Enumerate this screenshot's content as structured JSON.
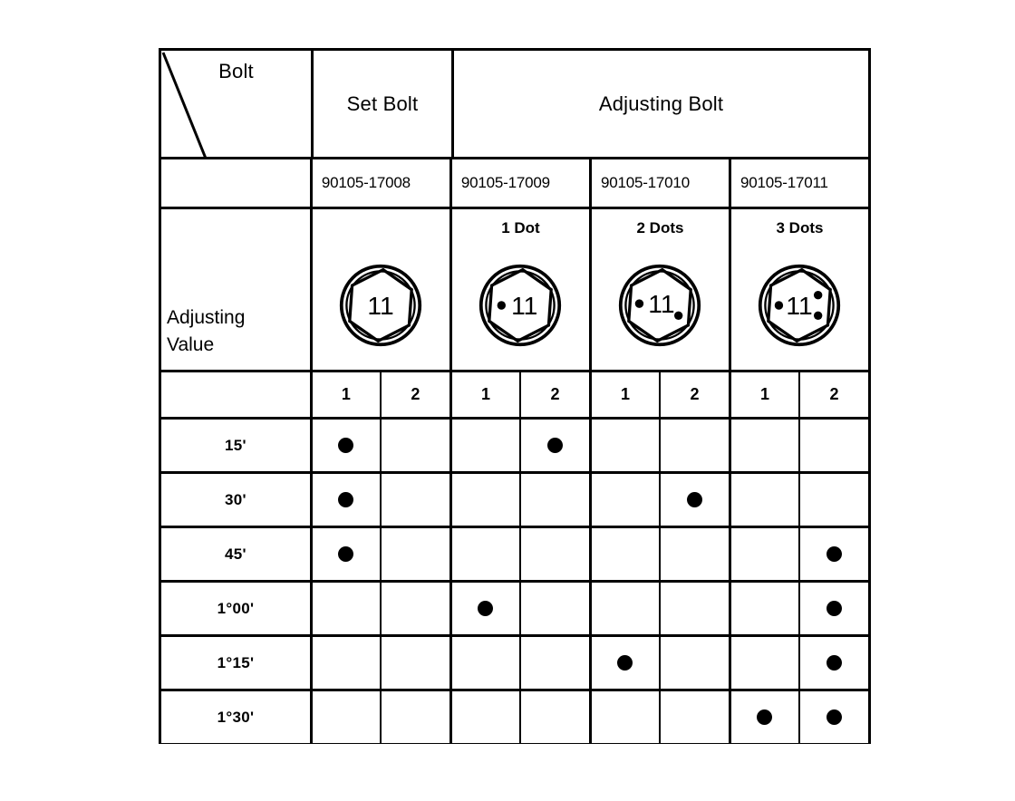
{
  "table": {
    "corner": {
      "title": "Bolt",
      "row_header": "Adjusting\nValue",
      "row_header_line1": "Adjusting",
      "row_header_line2": "Value"
    },
    "groups": [
      {
        "label": "Set Bolt",
        "span": 1
      },
      {
        "label": "Adjusting Bolt",
        "span": 3
      }
    ],
    "part_numbers": [
      "90105-17008",
      "90105-17009",
      "90105-17010",
      "90105-17011"
    ],
    "bolt_heads": [
      {
        "dot_label": "",
        "marking": "11",
        "dots": 0,
        "icon": "bolt-head-0-dot-icon"
      },
      {
        "dot_label": "1 Dot",
        "marking": "11",
        "dots": 1,
        "icon": "bolt-head-1-dot-icon"
      },
      {
        "dot_label": "2 Dots",
        "marking": "11",
        "dots": 2,
        "icon": "bolt-head-2-dot-icon"
      },
      {
        "dot_label": "3 Dots",
        "marking": "11",
        "dots": 3,
        "icon": "bolt-head-3-dot-icon"
      }
    ],
    "sub_headers": [
      "1",
      "2",
      "1",
      "2",
      "1",
      "2",
      "1",
      "2"
    ],
    "rows": [
      {
        "label": "15'",
        "marks": [
          true,
          false,
          false,
          true,
          false,
          false,
          false,
          false
        ]
      },
      {
        "label": "30'",
        "marks": [
          true,
          false,
          false,
          false,
          false,
          true,
          false,
          false
        ]
      },
      {
        "label": "45'",
        "marks": [
          true,
          false,
          false,
          false,
          false,
          false,
          false,
          true
        ]
      },
      {
        "label": "1°00'",
        "marks": [
          false,
          false,
          true,
          false,
          false,
          false,
          false,
          true
        ]
      },
      {
        "label": "1°15'",
        "marks": [
          false,
          false,
          false,
          false,
          true,
          false,
          false,
          true
        ]
      },
      {
        "label": "1°30'",
        "marks": [
          false,
          false,
          false,
          false,
          false,
          false,
          true,
          true
        ]
      }
    ]
  },
  "colors": {
    "line": "#000000",
    "background": "#ffffff",
    "mark": "#000000"
  }
}
